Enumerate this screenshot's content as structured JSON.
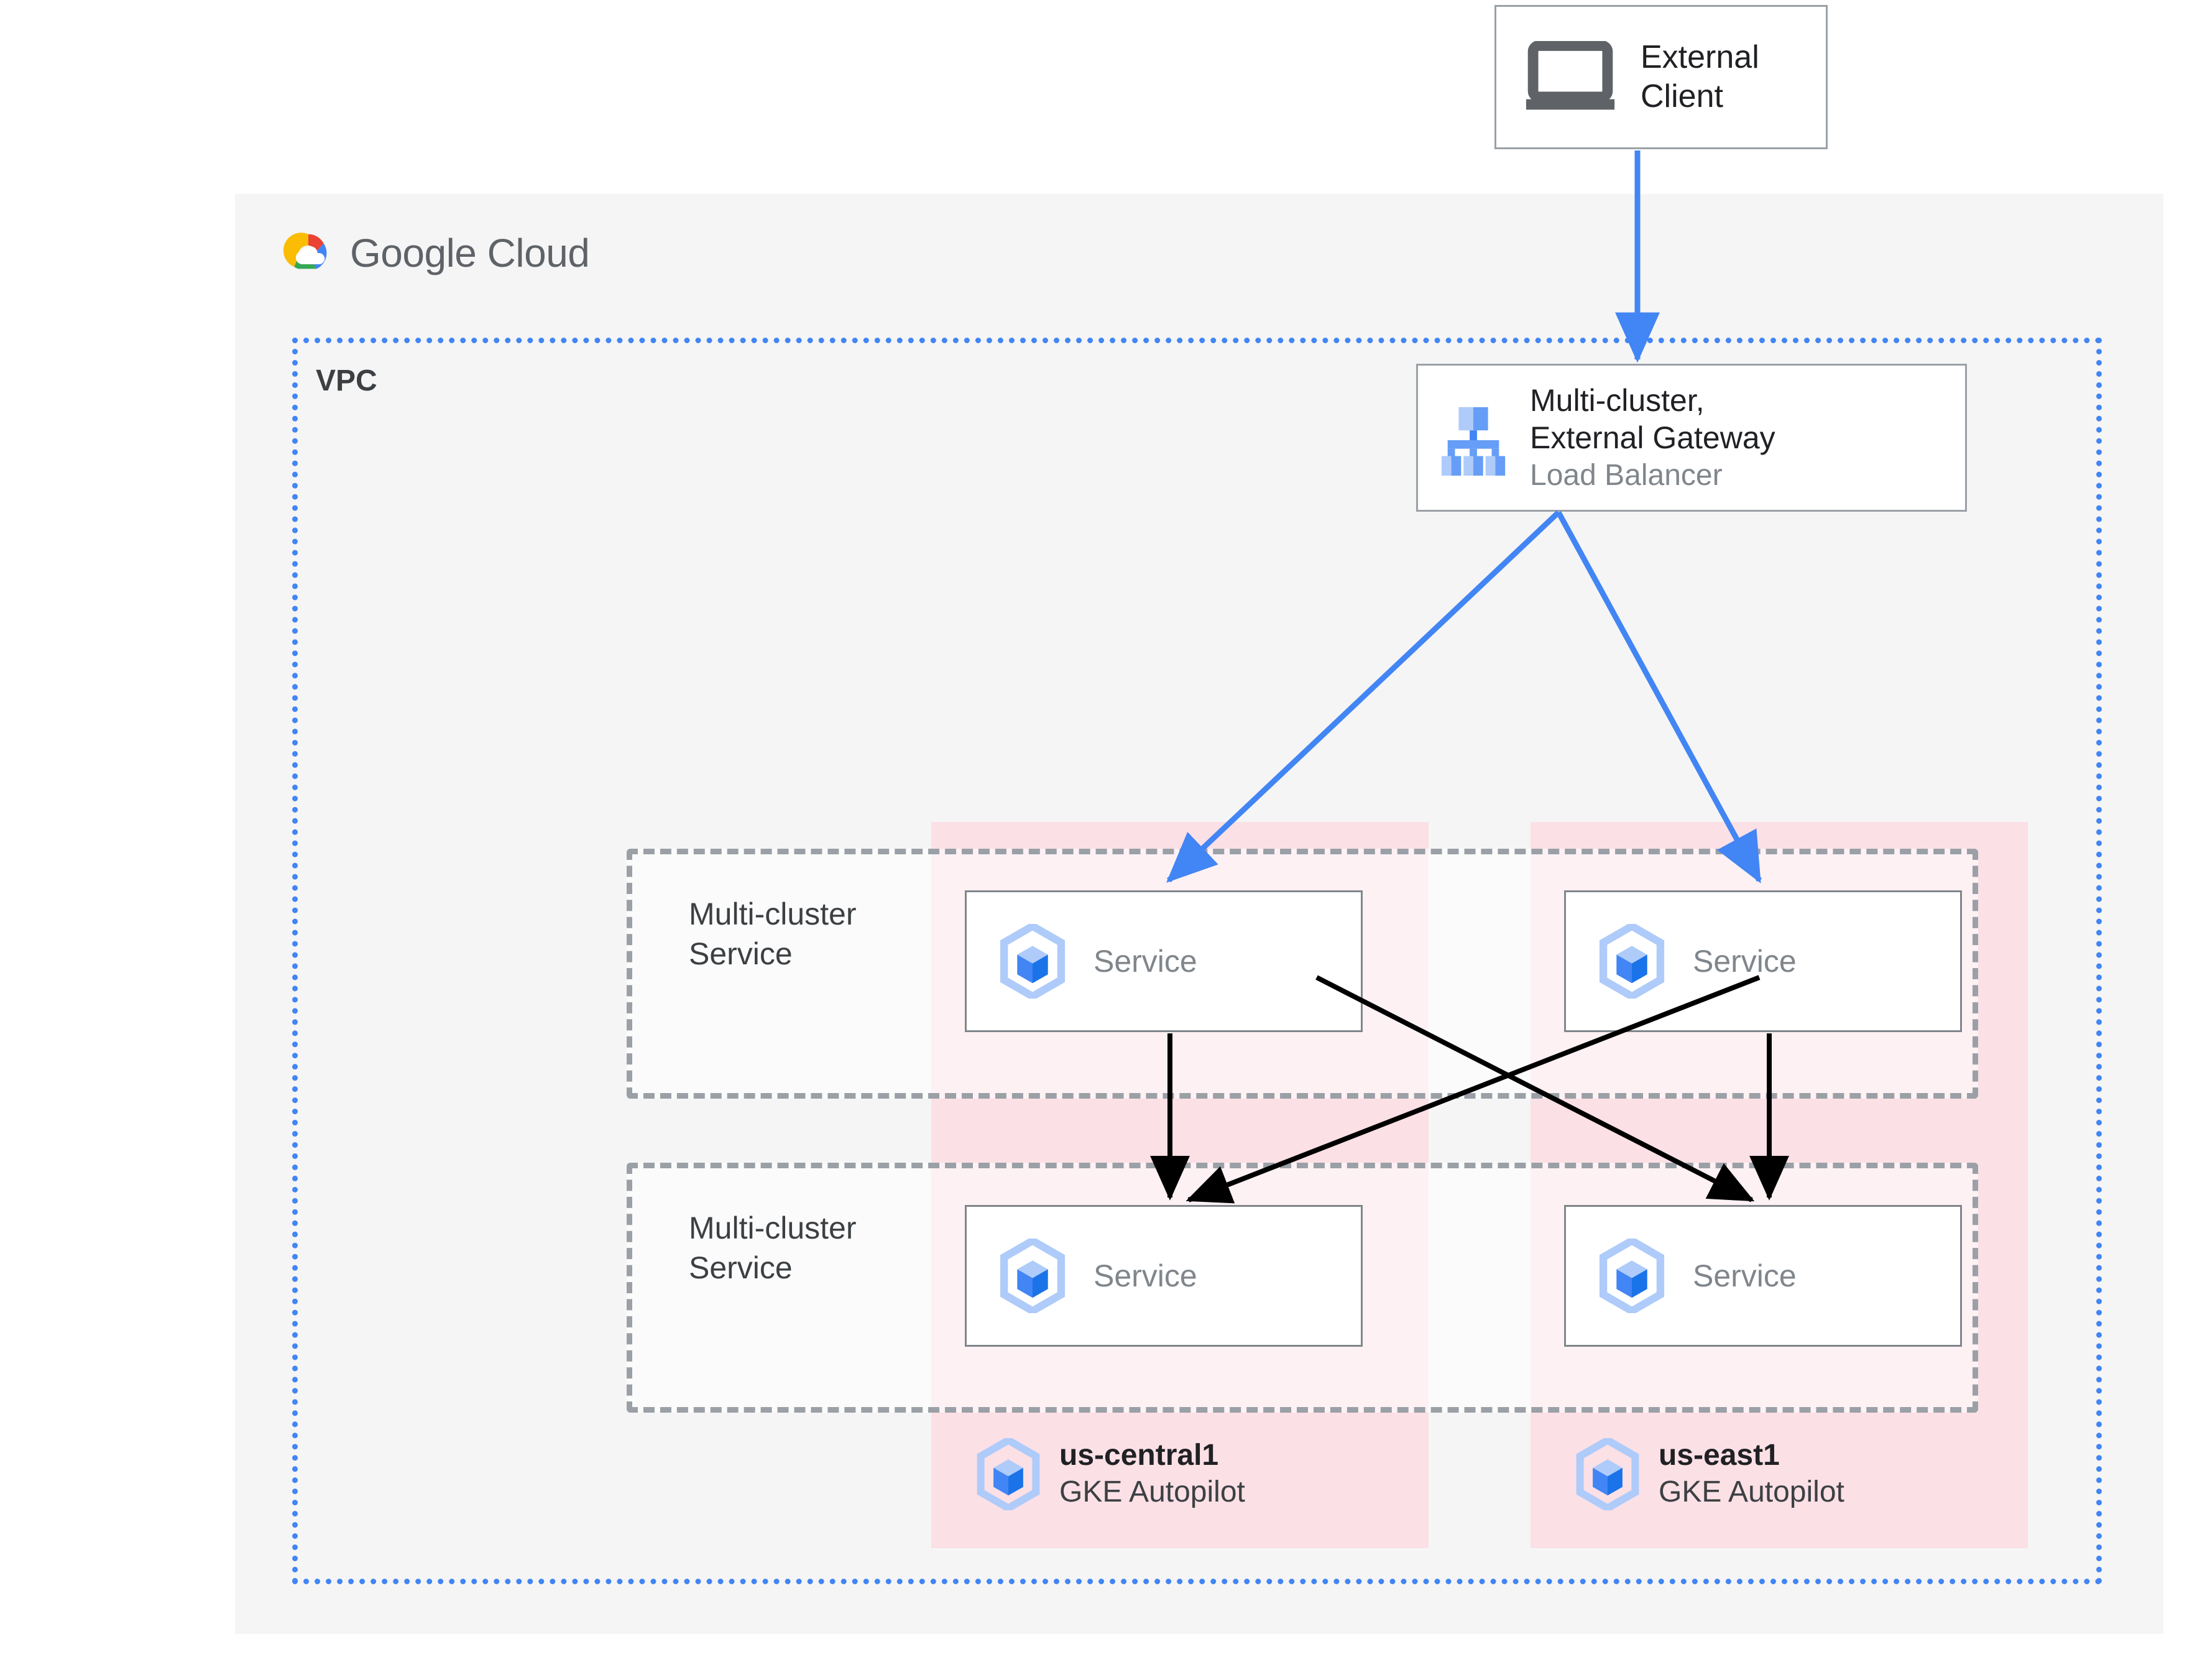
{
  "brand": {
    "logo_icon": "google-cloud-logo-icon",
    "name": "Google Cloud",
    "panel_color": "#f5f5f5"
  },
  "external_client": {
    "icon": "laptop-icon",
    "label": "External\nClient",
    "label_line1": "External",
    "label_line2": "Client",
    "border_color": "#9aa0a6"
  },
  "vpc": {
    "label": "VPC",
    "border_color": "#4285f4",
    "border_style": "dotted"
  },
  "gateway": {
    "icon": "load-balancer-icon",
    "title_line1": "Multi-cluster,",
    "title_line2": "External Gateway",
    "subtitle": "Load Balancer",
    "subtitle_color": "#80868b"
  },
  "multi_cluster_service_rows": [
    {
      "label_line1": "Multi-cluster",
      "label_line2": "Service",
      "border_color": "#9aa0a6",
      "border_style": "dashed"
    },
    {
      "label_line1": "Multi-cluster",
      "label_line2": "Service",
      "border_color": "#9aa0a6",
      "border_style": "dashed"
    }
  ],
  "clusters": [
    {
      "id": "us-central1",
      "name": "us-central1",
      "platform": "GKE Autopilot",
      "icon": "gke-cluster-icon",
      "background_color": "#fbe0e6",
      "services": [
        {
          "label": "Service",
          "icon": "gke-service-icon"
        },
        {
          "label": "Service",
          "icon": "gke-service-icon"
        }
      ]
    },
    {
      "id": "us-east1",
      "name": "us-east1",
      "platform": "GKE Autopilot",
      "icon": "gke-cluster-icon",
      "background_color": "#fbe0e6",
      "services": [
        {
          "label": "Service",
          "icon": "gke-service-icon"
        },
        {
          "label": "Service",
          "icon": "gke-service-icon"
        }
      ]
    }
  ],
  "connectors": [
    {
      "id": "client-to-gateway",
      "from": "external-client",
      "to": "gateway",
      "color": "#4285f4"
    },
    {
      "id": "gateway-to-central-service",
      "from": "gateway",
      "to": "service-central-top",
      "color": "#4285f4"
    },
    {
      "id": "gateway-to-east-service",
      "from": "gateway",
      "to": "service-east-top",
      "color": "#4285f4"
    },
    {
      "id": "central-top-to-central-bottom",
      "from": "service-central-top",
      "to": "service-central-bottom",
      "color": "#000000"
    },
    {
      "id": "central-top-to-east-bottom",
      "from": "service-central-top",
      "to": "service-east-bottom",
      "color": "#000000"
    },
    {
      "id": "east-top-to-east-bottom",
      "from": "service-east-top",
      "to": "service-east-bottom",
      "color": "#000000"
    },
    {
      "id": "east-top-to-central-bottom",
      "from": "service-east-top",
      "to": "service-central-bottom",
      "color": "#000000"
    }
  ],
  "palette": {
    "google_blue": "#4285f4",
    "google_red": "#ea4335",
    "google_yellow": "#fbbc04",
    "google_green": "#34a853",
    "grey_text": "#5f6368",
    "dark_text": "#202124",
    "pink_cluster": "#fbe0e6"
  }
}
